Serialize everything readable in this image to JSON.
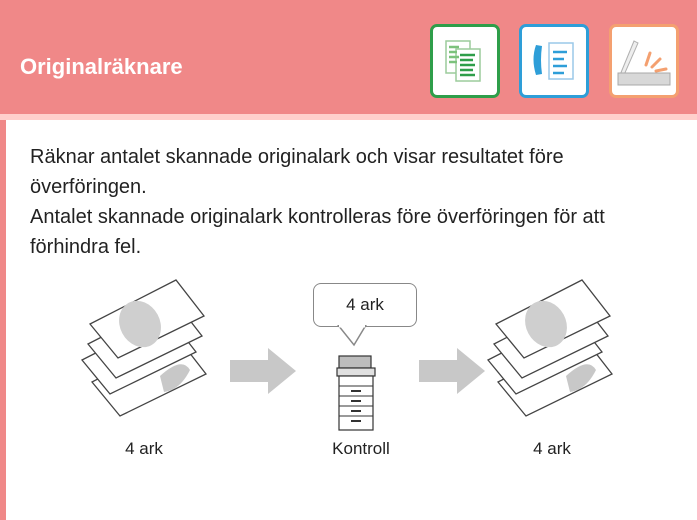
{
  "header": {
    "title": "Originalräknare",
    "mode_icons": [
      "copy-icon",
      "fax-icon",
      "scan-icon"
    ],
    "colors": {
      "header_bg": "#f08888",
      "copy": "#2e9e4a",
      "fax": "#2e9ed8",
      "scan": "#f4a070"
    }
  },
  "description": {
    "paragraph_1": "Räknar antalet skannade originalark och visar resultatet före överföringen.",
    "paragraph_2": "Antalet skannade originalark kontrolleras före överföringen för att förhindra fel."
  },
  "illustration": {
    "bubble_text": "4 ark",
    "left_caption": "4 ark",
    "middle_caption": "Kontroll",
    "right_caption": "4 ark"
  }
}
